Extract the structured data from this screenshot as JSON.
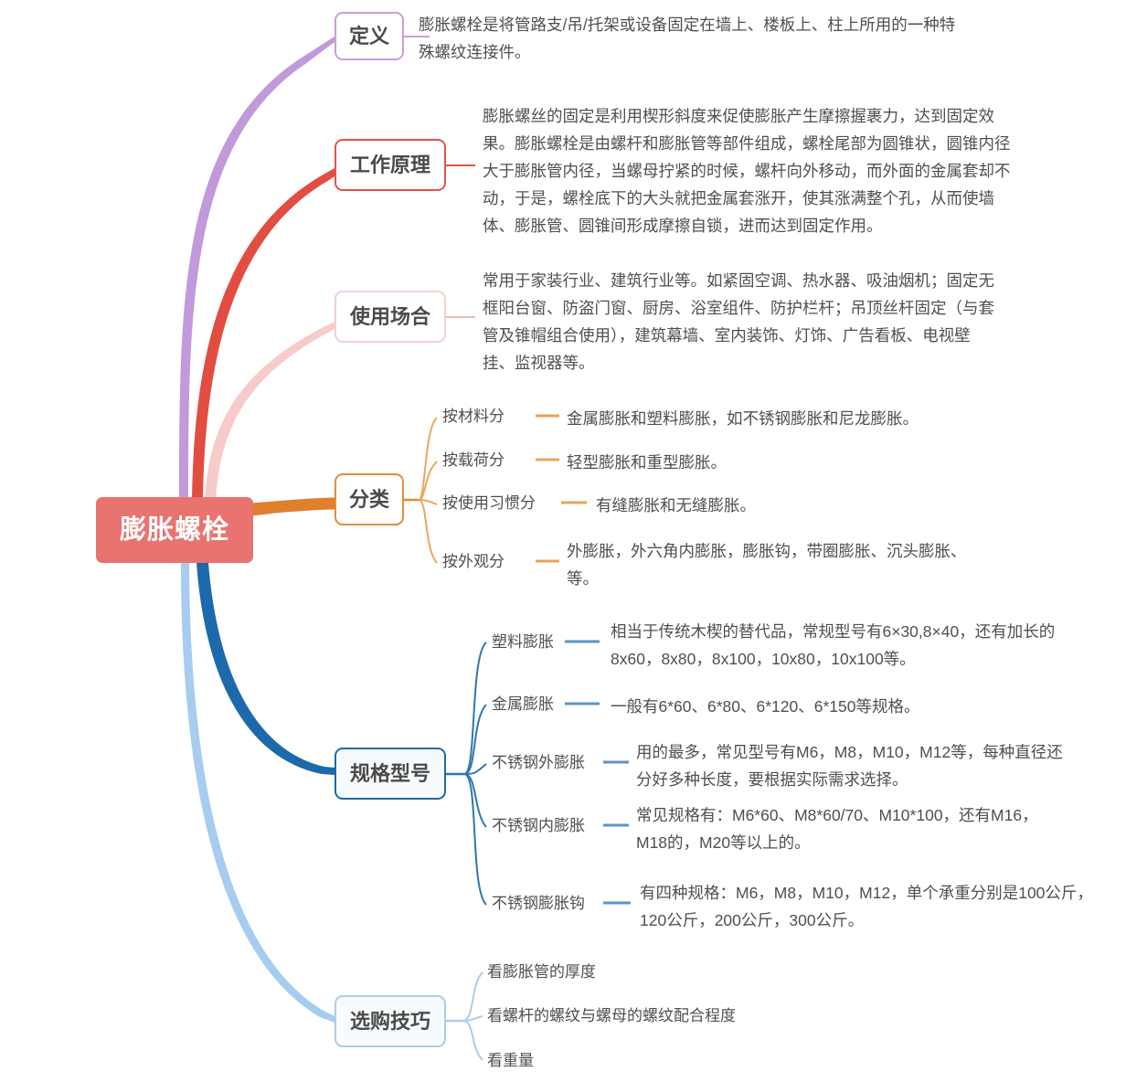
{
  "root": {
    "label": "膨胀螺栓",
    "color": "#e8736f",
    "text_color": "#ffffff"
  },
  "branches": [
    {
      "id": "definition",
      "label": "定义",
      "color": "#c99fda",
      "note": "膨胀螺栓是将管路支/吊/托架或设备固定在墙上、楼板上、柱上所用的一种特殊螺纹连接件。",
      "children": []
    },
    {
      "id": "working-principle",
      "label": "工作原理",
      "color": "#e4534a",
      "note": "膨胀螺丝的固定是利用楔形斜度来促使膨胀产生摩擦握裹力，达到固定效果。膨胀螺栓是由螺杆和膨胀管等部件组成，螺栓尾部为圆锥状，圆锥内径大于膨胀管内径，当螺母拧紧的时候，螺杆向外移动，而外面的金属套却不动，于是，螺栓底下的大头就把金属套涨开，使其涨满整个孔，从而使墙体、膨胀管、圆锥间形成摩擦自锁，进而达到固定作用。",
      "children": []
    },
    {
      "id": "usage-scenarios",
      "label": "使用场合",
      "color": "#f6cfce",
      "note": "常用于家装行业、建筑行业等。如紧固空调、热水器、吸油烟机；固定无框阳台窗、防盗门窗、厨房、浴室组件、防护栏杆；吊顶丝杆固定（与套管及锥帽组合使用），建筑幕墙、室内装饰、灯饰、广告看板、电视壁挂、监视器等。",
      "children": []
    },
    {
      "id": "classification",
      "label": "分类",
      "color": "#e08e3c",
      "note": "",
      "children": [
        {
          "label": "按材料分",
          "note": "金属膨胀和塑料膨胀，如不锈钢膨胀和尼龙膨胀。"
        },
        {
          "label": "按载荷分",
          "note": "轻型膨胀和重型膨胀。"
        },
        {
          "label": "按使用习惯分",
          "note": "有缝膨胀和无缝膨胀。"
        },
        {
          "label": "按外观分",
          "note": "外膨胀，外六角内膨胀，膨胀钩，带圈膨胀、沉头膨胀、等。"
        }
      ]
    },
    {
      "id": "specifications",
      "label": "规格型号",
      "color": "#1c6aab",
      "note": "",
      "children": [
        {
          "label": "塑料膨胀",
          "note": "相当于传统木楔的替代品，常规型号有6×30,8×40，还有加长的8x60，8x80，8x100，10x80，10x100等。"
        },
        {
          "label": "金属膨胀",
          "note": "一般有6*60、6*80、6*120、6*150等规格。"
        },
        {
          "label": "不锈钢外膨胀",
          "note": "用的最多，常见型号有M6，M8，M10，M12等，每种直径还分好多种长度，要根据实际需求选择。"
        },
        {
          "label": "不锈钢内膨胀",
          "note": "常见规格有：M6*60、M8*60/70、M10*100，还有M16，M18的，M20等以上的。"
        },
        {
          "label": "不锈钢膨胀钩",
          "note": "有四种规格：M6，M8，M10，M12，单个承重分别是100公斤，120公斤，200公斤，300公斤。"
        }
      ]
    },
    {
      "id": "buying-tips",
      "label": "选购技巧",
      "color": "#a9cdee",
      "note": "",
      "children": [
        {
          "label": "看膨胀管的厚度",
          "note": ""
        },
        {
          "label": "看螺杆的螺纹与螺母的螺纹配合程度",
          "note": ""
        },
        {
          "label": "看重量",
          "note": ""
        }
      ]
    }
  ]
}
